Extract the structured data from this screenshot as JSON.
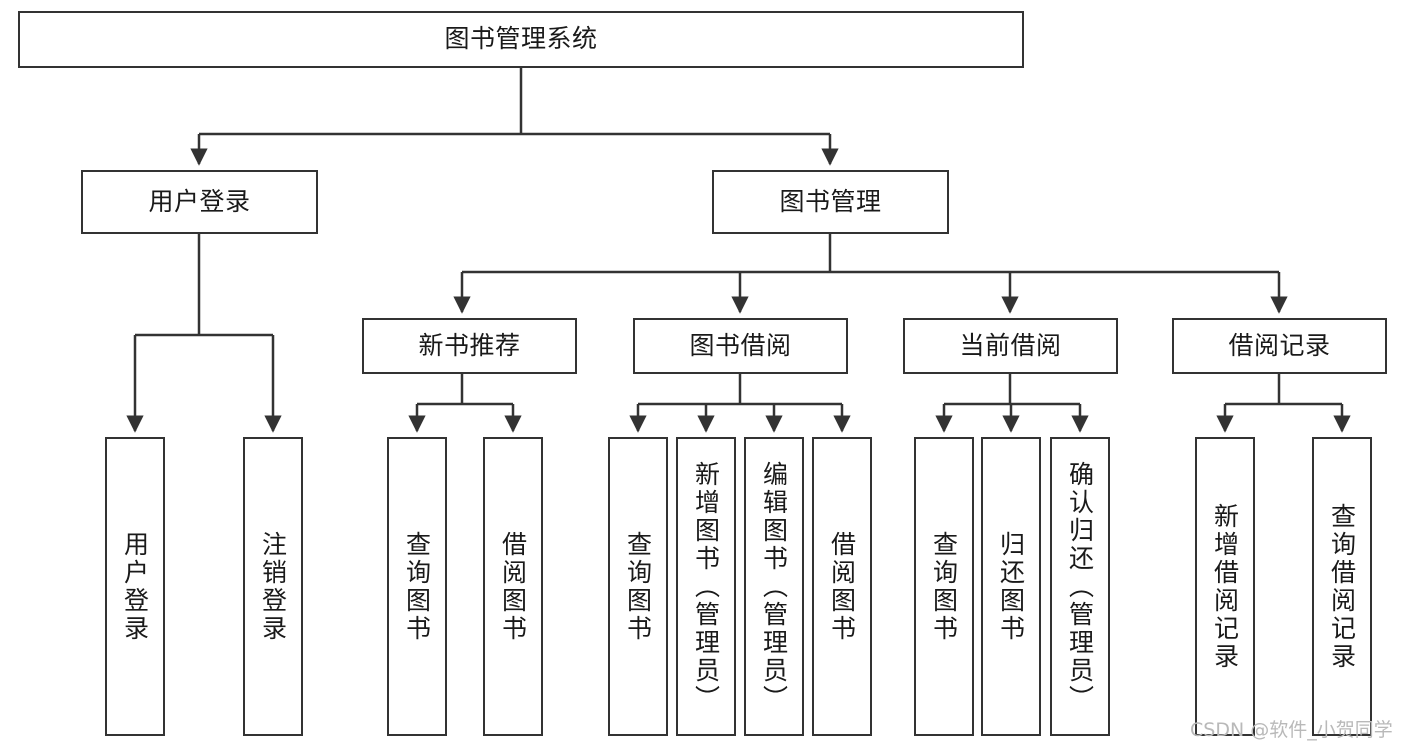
{
  "diagram": {
    "type": "hierarchical-tree",
    "title": "图书管理系统",
    "root": {
      "id": "root",
      "label": "图书管理系统"
    },
    "level1": [
      {
        "id": "user-login",
        "label": "用户登录"
      },
      {
        "id": "book-manage",
        "label": "图书管理"
      }
    ],
    "level2": [
      {
        "id": "new-book-recommend",
        "label": "新书推荐",
        "parent": "book-manage"
      },
      {
        "id": "book-borrow",
        "label": "图书借阅",
        "parent": "book-manage"
      },
      {
        "id": "current-borrow",
        "label": "当前借阅",
        "parent": "book-manage"
      },
      {
        "id": "borrow-record",
        "label": "借阅记录",
        "parent": "book-manage"
      }
    ],
    "leaves": [
      {
        "id": "leaf-user-login",
        "label": "用户登录",
        "parent": "user-login"
      },
      {
        "id": "leaf-logout",
        "label": "注销登录",
        "parent": "user-login"
      },
      {
        "id": "leaf-query-book-1",
        "label": "查询图书",
        "parent": "new-book-recommend"
      },
      {
        "id": "leaf-borrow-book-1",
        "label": "借阅图书",
        "parent": "new-book-recommend"
      },
      {
        "id": "leaf-query-book-2",
        "label": "查询图书",
        "parent": "book-borrow"
      },
      {
        "id": "leaf-add-book",
        "label": "新增图书（管理员）",
        "parent": "book-borrow"
      },
      {
        "id": "leaf-edit-book",
        "label": "编辑图书（管理员）",
        "parent": "book-borrow"
      },
      {
        "id": "leaf-borrow-book-2",
        "label": "借阅图书",
        "parent": "book-borrow"
      },
      {
        "id": "leaf-query-book-3",
        "label": "查询图书",
        "parent": "current-borrow"
      },
      {
        "id": "leaf-return-book",
        "label": "归还图书",
        "parent": "current-borrow"
      },
      {
        "id": "leaf-confirm-return",
        "label": "确认归还（管理员）",
        "parent": "current-borrow"
      },
      {
        "id": "leaf-add-record",
        "label": "新增借阅记录",
        "parent": "borrow-record"
      },
      {
        "id": "leaf-query-record",
        "label": "查询借阅记录",
        "parent": "borrow-record"
      }
    ],
    "colors": {
      "stroke": "#333333",
      "fill": "#ffffff",
      "text": "#1a1a1a",
      "watermark": "#b9b9b9"
    }
  },
  "watermark": {
    "text": "CSDN @软件_小贺同学"
  }
}
